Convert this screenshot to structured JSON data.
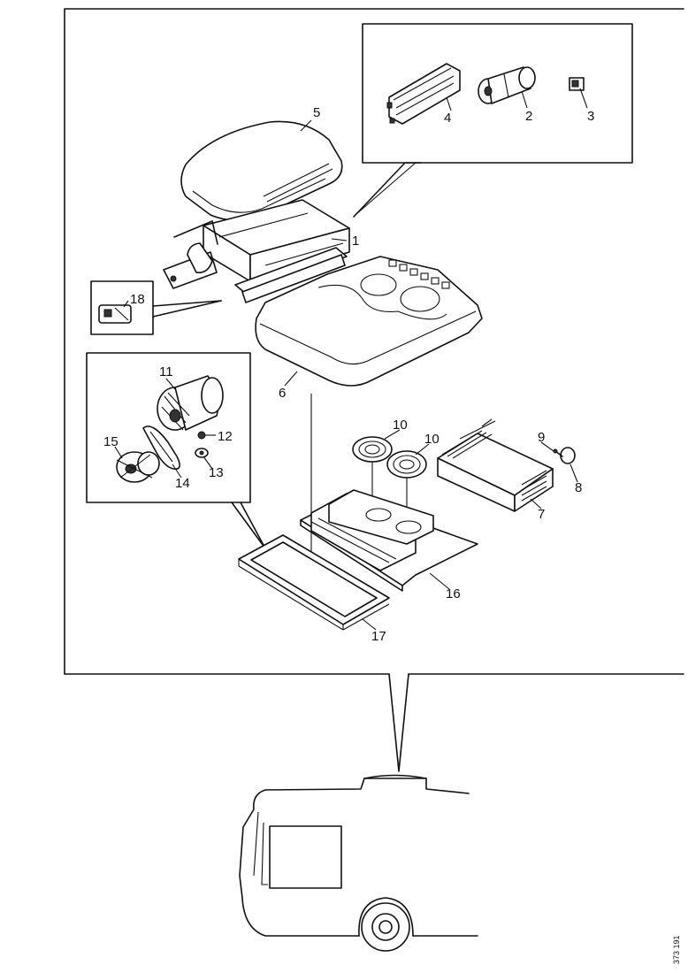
{
  "diagram": {
    "part_labels": {
      "p1": "1",
      "p2": "2",
      "p3": "3",
      "p4": "4",
      "p5": "5",
      "p6": "6",
      "p7": "7",
      "p8": "8",
      "p9": "9",
      "p10a": "10",
      "p10b": "10",
      "p11": "11",
      "p12": "12",
      "p13": "13",
      "p14": "14",
      "p15": "15",
      "p16": "16",
      "p17": "17",
      "p18": "18"
    },
    "reference_code": "373 191"
  }
}
